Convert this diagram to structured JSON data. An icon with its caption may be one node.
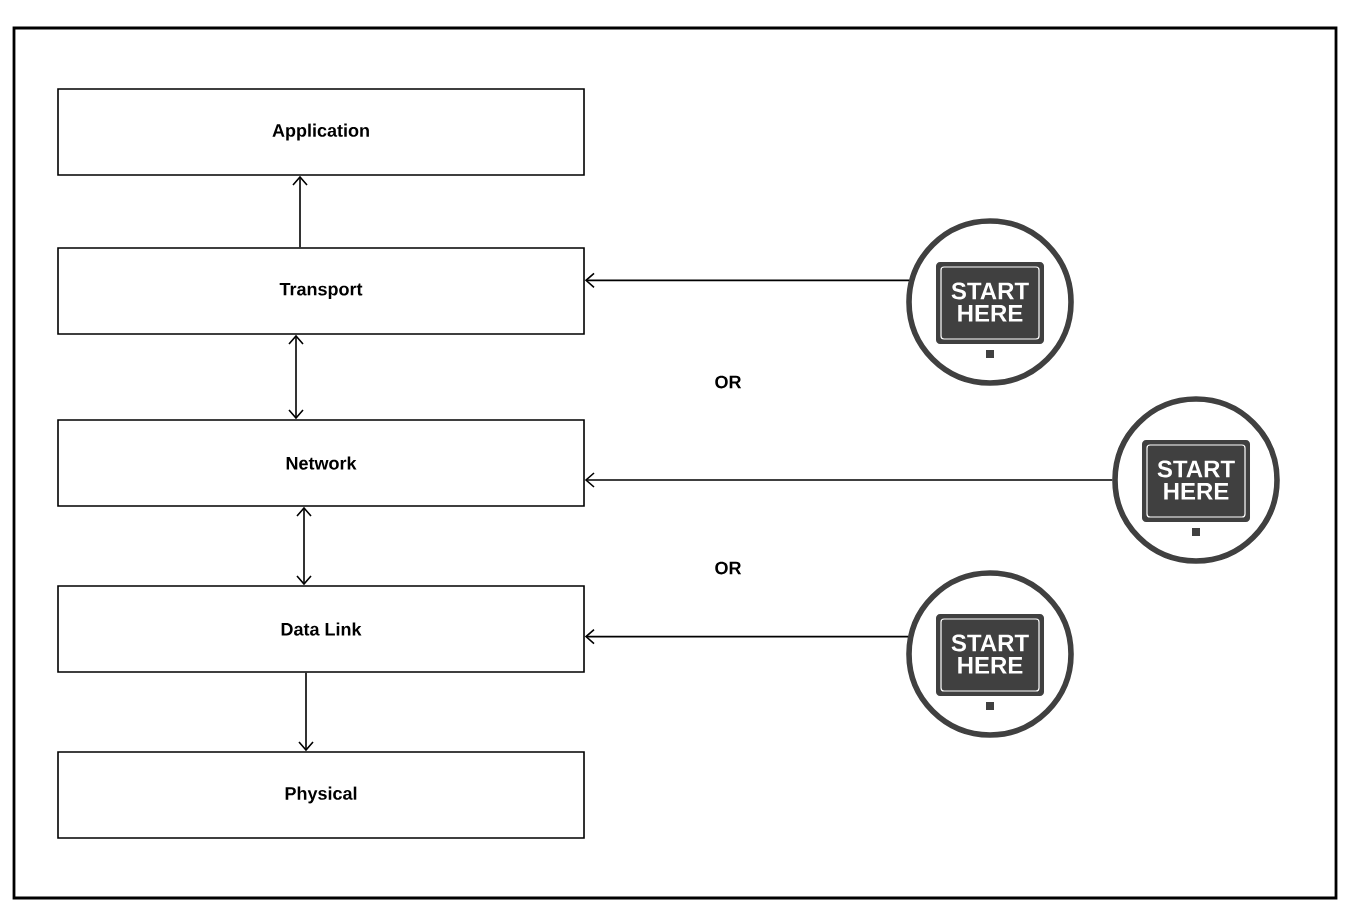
{
  "diagram": {
    "nodes": [
      {
        "text": [
          "Application"
        ]
      },
      {
        "text": [
          "Transport"
        ]
      },
      {
        "text": [
          "Network"
        ]
      },
      {
        "text": [
          "Data Link"
        ]
      },
      {
        "text": [
          "Physical"
        ]
      },
      {
        "text": [
          "START HERE"
        ]
      },
      {
        "text": [
          "START HERE"
        ]
      },
      {
        "text": [
          "START HERE"
        ]
      }
    ],
    "edges": [
      {
        "from": 1,
        "to": 0,
        "arrow": "to"
      },
      {
        "from": 1,
        "to": 2,
        "arrow": "both"
      },
      {
        "from": 2,
        "to": 3,
        "arrow": "both"
      },
      {
        "from": 3,
        "to": 4,
        "arrow": "to"
      },
      {
        "from": 5,
        "to": 1,
        "arrow": "to"
      },
      {
        "from": 6,
        "to": 2,
        "arrow": "to"
      },
      {
        "from": 7,
        "to": 3,
        "arrow": "to"
      }
    ],
    "labels": [
      "OR",
      "OR"
    ]
  }
}
